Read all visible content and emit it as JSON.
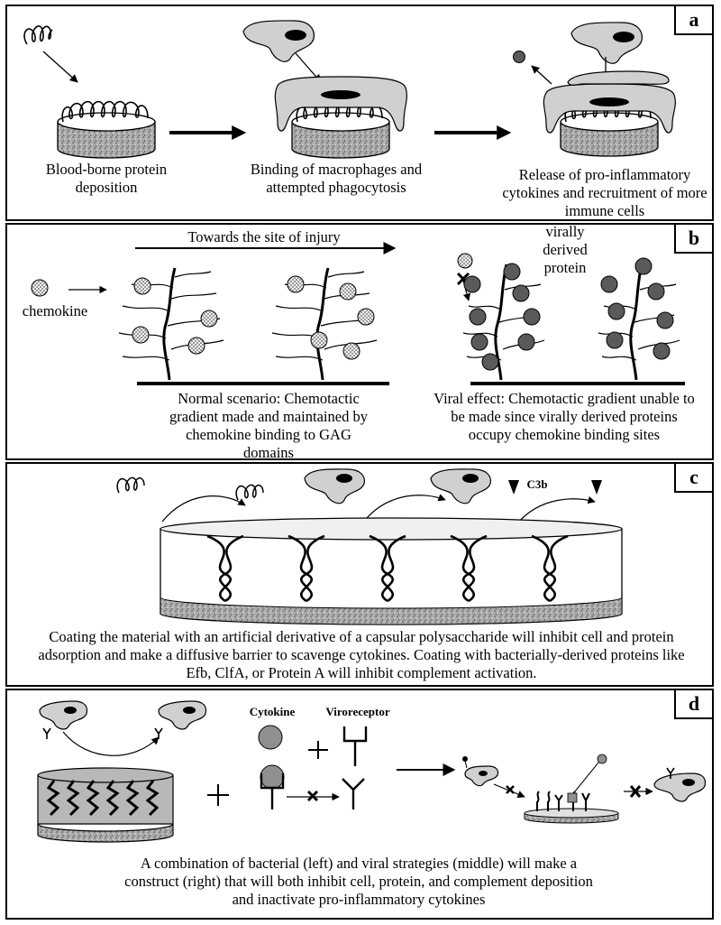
{
  "panel_a": {
    "label": "a",
    "captions": [
      "Blood-borne protein deposition",
      "Binding of macrophages and attempted phagocytosis",
      "Release of pro-inflammatory cytokines and recruitment of more immune cells"
    ]
  },
  "panel_b": {
    "label": "b",
    "arrow_text": "Towards the site of injury",
    "chemokine_label": "chemokine",
    "viral_protein_label": "virally derived protein",
    "normal_caption": "Normal scenario: Chemotactic gradient made and maintained by chemokine binding to GAG domains",
    "viral_caption": "Viral effect: Chemotactic gradient unable to be made since virally derived proteins occupy chemokine binding sites"
  },
  "panel_c": {
    "label": "c",
    "c3b_label": "C3b",
    "caption": "Coating the material with an artificial derivative of a capsular polysaccharide will inhibit cell and protein adsorption and make a diffusive barrier to scavenge cytokines. Coating with bacterially-derived proteins like Efb, ClfA, or Protein A will inhibit complement activation."
  },
  "panel_d": {
    "label": "d",
    "cytokine_label": "Cytokine",
    "viroreceptor_label": "Viroreceptor",
    "caption": "A combination of  bacterial (left) and viral strategies (middle)  will make a construct (right) that will both inhibit cell, protein, and complement deposition and inactivate pro-inflammatory cytokines"
  },
  "colors": {
    "cell_fill": "#d0d0d0",
    "viral_protein": "#5a5a5a",
    "cytokine": "#909090",
    "coating": "#b8b8b8"
  }
}
